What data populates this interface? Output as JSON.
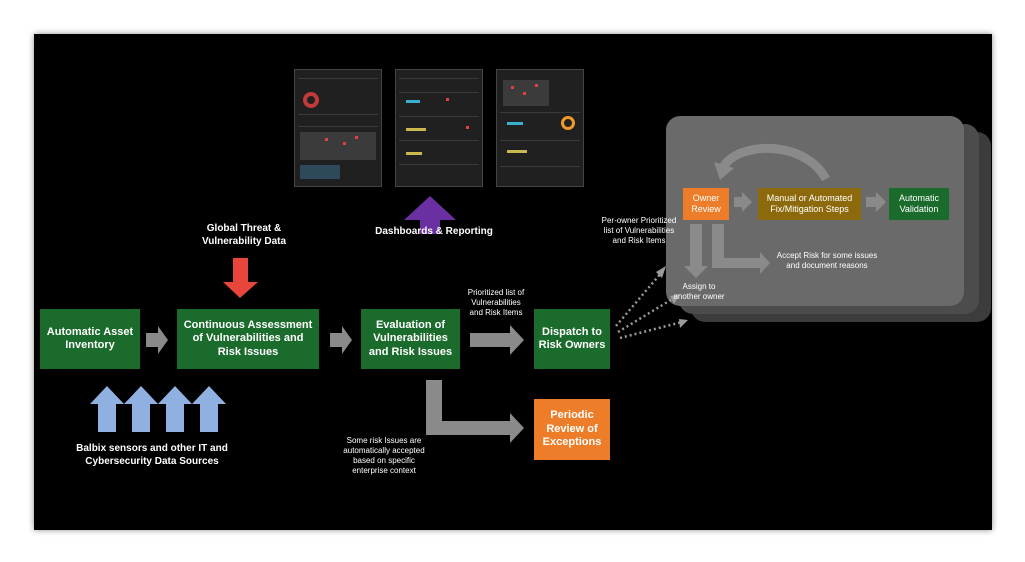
{
  "inventory": "Automatic Asset\nInventory",
  "assessment": "Continuous  Assessment\nof Vulnerabilities and\nRisk Issues",
  "evaluation": "Evaluation of\nVulnerabilities\nand Risk Issues",
  "dispatch": "Dispatch to\nRisk Owners",
  "periodic": "Periodic\nReview of\nExceptions",
  "owner_review": "Owner\nReview",
  "manual_fix": "Manual or Automated\nFix/Mitigation Steps",
  "auto_validation": "Automatic\nValidation",
  "global_threat": "Global Threat &\nVulnerability Data",
  "dashboards": "Dashboards & Reporting",
  "sensors": "Balbix sensors and other IT and\nCybersecurity Data Sources",
  "prioritized": "Prioritized list of\nVulnerabilities\nand Risk Items",
  "per_owner": "Per-owner Prioritized\nlist of Vulnerabilities\nand Risk Items",
  "auto_accepted": "Some risk Issues are\nautomatically accepted\nbased on specific\nenterprise context",
  "accept_risk": "Accept Risk for some issues\nand document reasons",
  "assign": "Assign to\nanother owner",
  "colors": {
    "green": "#1a6b2c",
    "orange": "#ee7d2a",
    "olive": "#8c6a0c",
    "red_arrow": "#e8463c",
    "purple_arrow": "#6a2fa0",
    "blue_arrow": "#8fb0e0",
    "gray_arrow": "#8a8a8a"
  }
}
